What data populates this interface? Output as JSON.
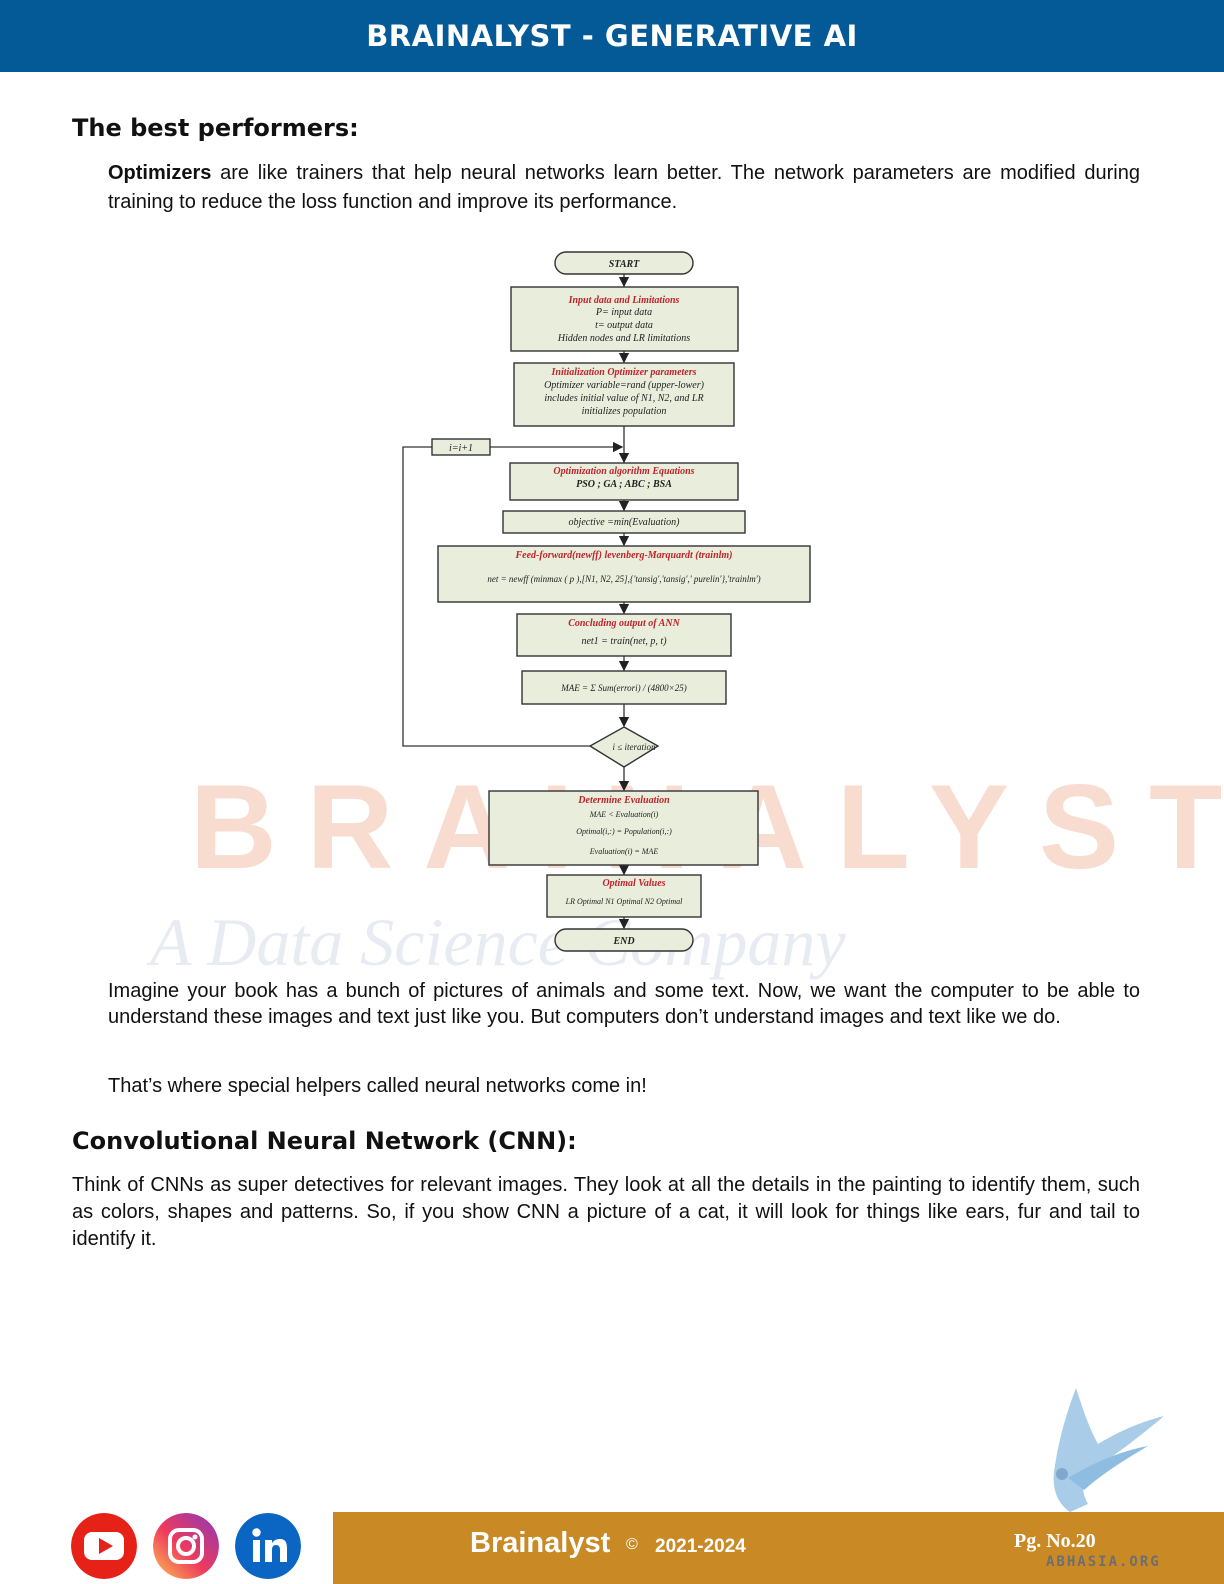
{
  "header": {
    "title": "BRAINALYST - GENERATIVE AI"
  },
  "section1": {
    "heading": "The best performers:",
    "intro_bold": "Optimizers",
    "intro_rest": " are like trainers that help neural networks learn better. The network parameters are modified during training to reduce the loss function and improve its performance."
  },
  "flowchart": {
    "start": "START",
    "input_title": "Input data and Limitations",
    "input_l1": "P= input data",
    "input_l2": "t= output data",
    "input_l3": "Hidden nodes and LR limitations",
    "init_title": "Initialization Optimizer parameters",
    "init_l1": "Optimizer variable=rand (upper-lower)",
    "init_l2": "includes initial value of N1, N2, and LR",
    "init_l3": "initializes population",
    "loop": "i=i+1",
    "opt_title": "Optimization algorithm Equations",
    "opt_l1": "PSO ; GA ; ABC ; BSA",
    "objective": "objective =min(Evaluation)",
    "ff_title": "Feed-forward(newff) levenberg-Marquardt (trainlm)",
    "ff_eq": "net = newff (minmax ( p ),[N1, N2, 25],{'tansig','tansig',' purelin'},'trainlm')",
    "conc_title": "Concluding output of ANN",
    "conc_eq": "net1 = train(net, p, t)",
    "mae_eq": "MAE = Σ Sum(errori) / (4800×25)",
    "decision": "i ≤ iteration",
    "det_title": "Determine Evaluation",
    "det_l1": "MAE < Evaluation(i)",
    "det_l2": "Optimal(i,:) = Population(i,:)",
    "det_l3": "Evaluation(i) = MAE",
    "optv_title": "Optimal Values",
    "optv_l1": "LR Optimal    N1 Optimal    N2 Optimal",
    "end": "END"
  },
  "section2": {
    "p1": "Imagine your book has a bunch of pictures of animals and some text. Now, we want the computer to be able to understand these images and text just like you. But computers don’t understand images and text like we do.",
    "p2": "That’s where special helpers called neural networks come in!"
  },
  "section3": {
    "heading": "Convolutional Neural Network (CNN):",
    "p1": "Think of CNNs as super detectives for relevant images. They look at all the details in the painting to identify them, such as colors, shapes and patterns. So, if you show CNN a picture of a cat, it will look for things like ears, fur and tail to identify it."
  },
  "watermark": {
    "text": "BRAINALYST",
    "subtext": "A Data Science Company"
  },
  "footer": {
    "brand": "Brainalyst",
    "copyright": "©",
    "years": "2021-2024",
    "page": "Pg. No.20",
    "site": "ABHASIA.ORG"
  },
  "colors": {
    "header_bg": "#045a97",
    "footer_bg": "#c98a26",
    "flow_box_fill": "#e8eddc",
    "flow_title_red": "#c0242b",
    "youtube": "#e62117",
    "linkedin": "#0a66c2"
  }
}
